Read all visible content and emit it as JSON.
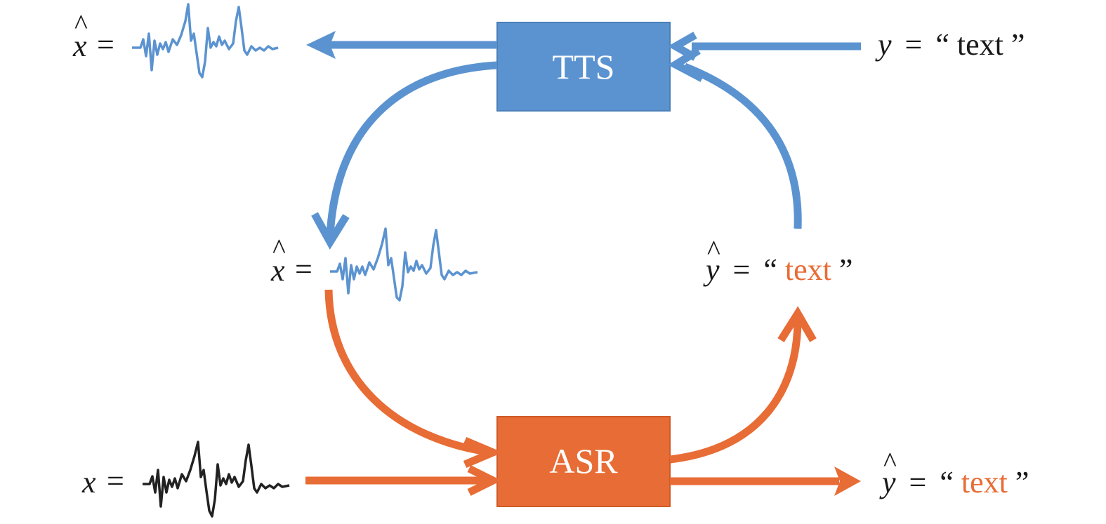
{
  "colors": {
    "tts": "#5b93d0",
    "tts_border": "#4a7fb8",
    "asr": "#e86c35",
    "asr_border": "#cf5a27",
    "wave_blue": "#5b93d0",
    "wave_black": "#222222",
    "text": "#1a1a1a",
    "highlight": "#e86c35"
  },
  "tts_box": {
    "label": "TTS"
  },
  "asr_box": {
    "label": "ASR"
  },
  "labels": {
    "top_left": {
      "var": "x",
      "eq": "="
    },
    "top_right": {
      "var": "y",
      "eq": "=",
      "open_quote": "“",
      "word": "text",
      "close_quote": "”"
    },
    "mid_left": {
      "var": "x",
      "eq": "="
    },
    "mid_right": {
      "var": "y",
      "eq": "=",
      "open_quote": "“",
      "word": "text",
      "close_quote": "”"
    },
    "bottom_left": {
      "var": "x",
      "eq": "="
    },
    "bottom_right": {
      "var": "y",
      "eq": "=",
      "open_quote": "“",
      "word": "text",
      "close_quote": "”"
    }
  },
  "hat_glyph": "^",
  "icons": {
    "waveform": "waveform-icon",
    "arrow": "arrow-icon"
  }
}
